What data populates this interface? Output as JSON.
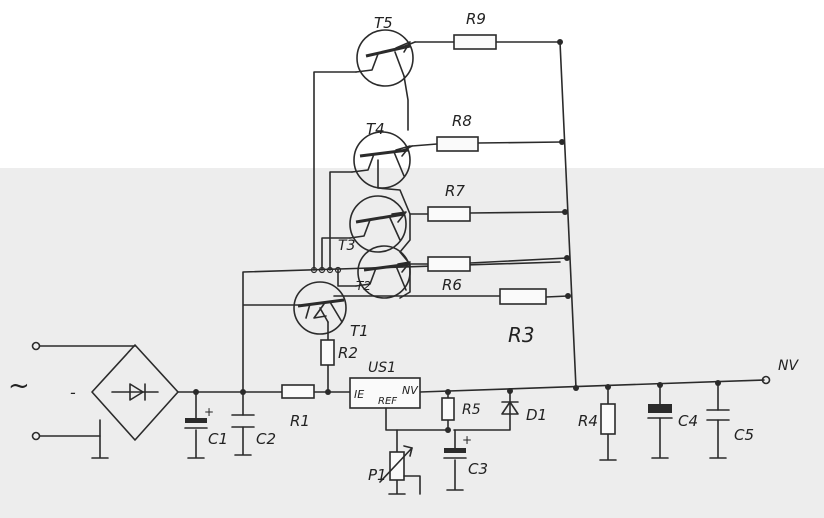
{
  "labels": {
    "T5": "T5",
    "T4": "T4",
    "T3": "T3",
    "T2": "T2",
    "T1": "T1",
    "R9": "R9",
    "R8": "R8",
    "R7": "R7",
    "R6": "R6",
    "R3": "R3",
    "R2": "R2",
    "R1": "R1",
    "R4": "R4",
    "R5": "R5",
    "P1": "P1",
    "C1": "C1",
    "C2": "C2",
    "C3": "C3",
    "C4": "C4",
    "C5": "C5",
    "D1": "D1",
    "US1": "US1",
    "IN": "IE",
    "REF": "REF",
    "OUT": "NV",
    "output": "NV",
    "ac": "~",
    "minus": "-",
    "plus": "+"
  }
}
